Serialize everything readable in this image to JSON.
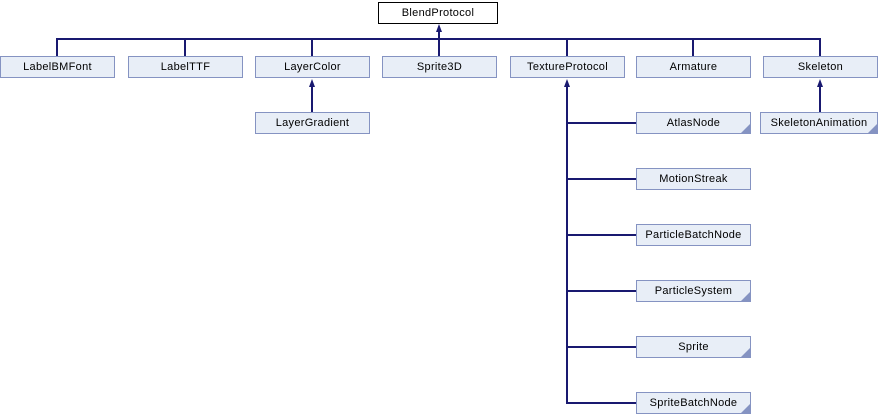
{
  "diagram": {
    "kind": "class-inheritance-graph",
    "colors": {
      "edge": "#191970",
      "node_fill": "#E8EEF7",
      "node_border": "#8593C2",
      "root_fill": "#FFFFFF",
      "root_border": "#000000",
      "text": "#000000",
      "background": "#FFFFFF"
    },
    "nodes": {
      "root": {
        "label": "BlendProtocol"
      },
      "row": [
        {
          "label": "LabelBMFont"
        },
        {
          "label": "LabelTTF"
        },
        {
          "label": "LayerColor"
        },
        {
          "label": "Sprite3D"
        },
        {
          "label": "TextureProtocol"
        },
        {
          "label": "Armature"
        },
        {
          "label": "Skeleton"
        }
      ],
      "layercolor_children": [
        {
          "label": "LayerGradient",
          "truncated": false
        }
      ],
      "textureprotocol_children": [
        {
          "label": "AtlasNode",
          "truncated": true
        },
        {
          "label": "MotionStreak",
          "truncated": false
        },
        {
          "label": "ParticleBatchNode",
          "truncated": false
        },
        {
          "label": "ParticleSystem",
          "truncated": true
        },
        {
          "label": "Sprite",
          "truncated": true
        },
        {
          "label": "SpriteBatchNode",
          "truncated": true
        }
      ],
      "skeleton_children": [
        {
          "label": "SkeletonAnimation",
          "truncated": true
        }
      ]
    }
  }
}
